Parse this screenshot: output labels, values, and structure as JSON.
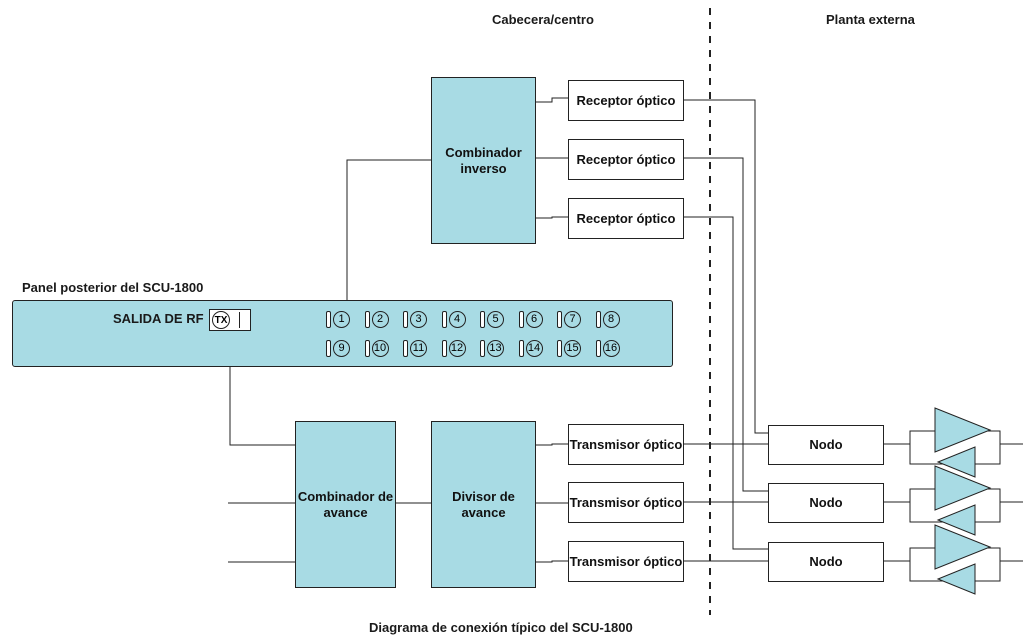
{
  "headers": {
    "headend": "Cabecera/centro",
    "outside_plant": "Planta externa"
  },
  "panel": {
    "title": "Panel posterior del SCU-1800",
    "rf_out_label": "SALIDA DE RF",
    "tx_label": "TX",
    "ports_row1": [
      "1",
      "2",
      "3",
      "4",
      "5",
      "6",
      "7",
      "8"
    ],
    "ports_row2": [
      "9",
      "10",
      "11",
      "12",
      "13",
      "14",
      "15",
      "16"
    ]
  },
  "blocks": {
    "reverse_combiner": "Combinador inverso",
    "forward_combiner": "Combinador de avance",
    "forward_splitter": "Divisor de avance",
    "receivers": [
      "Receptor óptico",
      "Receptor óptico",
      "Receptor óptico"
    ],
    "transmitters": [
      "Transmisor óptico",
      "Transmisor óptico",
      "Transmisor óptico"
    ],
    "nodes": [
      "Nodo",
      "Nodo",
      "Nodo"
    ]
  },
  "caption": "Diagrama de conexión típico del SCU-1800",
  "colors": {
    "block_fill": "#a8dbe4",
    "line": "#222222"
  }
}
